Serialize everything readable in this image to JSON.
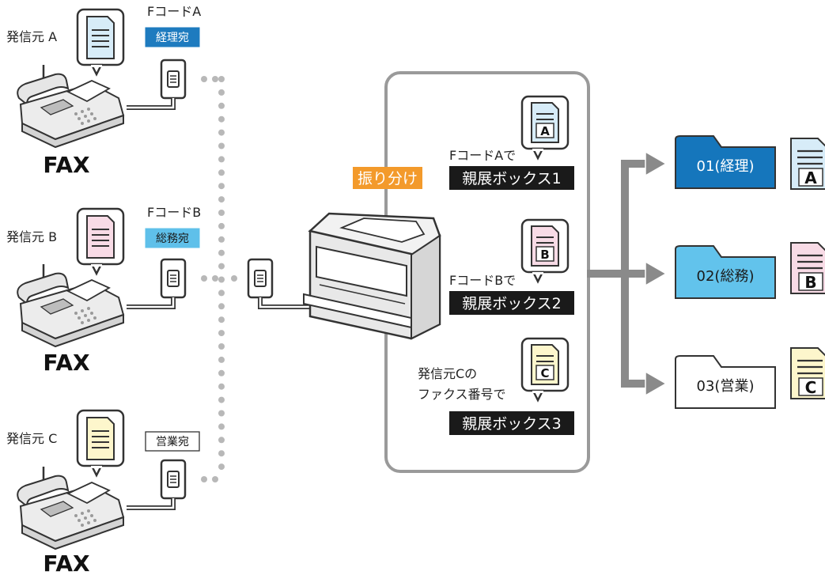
{
  "senders": [
    {
      "name": "発信元 A",
      "fcode": "FコードA",
      "tag": "経理宛",
      "fax_label": "FAX",
      "paper_color": "#d7ecf8",
      "tag_color": "#1e7bbf"
    },
    {
      "name": "発信元 B",
      "fcode": "FコードB",
      "tag": "総務宛",
      "fax_label": "FAX",
      "paper_color": "#f8dbe6",
      "tag_color": "#5fc0ea"
    },
    {
      "name": "発信元 C",
      "fcode": "",
      "tag": "営業宛",
      "fax_label": "FAX",
      "paper_color": "#fdf6cc",
      "tag_color": "#ffffff"
    }
  ],
  "sorting_label": "振り分け",
  "rules": [
    {
      "condition_lines": [
        "FコードAで"
      ],
      "box": "親展ボックス1",
      "doc_letter": "A",
      "paper_color": "#d7ecf8"
    },
    {
      "condition_lines": [
        "FコードBで"
      ],
      "box": "親展ボックス2",
      "doc_letter": "B",
      "paper_color": "#f8dbe6"
    },
    {
      "condition_lines": [
        "発信元Cの",
        "ファクス番号で"
      ],
      "box": "親展ボックス3",
      "doc_letter": "C",
      "paper_color": "#fdf6cc"
    }
  ],
  "folders": [
    {
      "label": "01(経理)",
      "color": "#1576bc",
      "text_color": "#ffffff",
      "doc_letter": "A",
      "doc_color": "#d7ecf8"
    },
    {
      "label": "02(総務)",
      "color": "#62c3ec",
      "text_color": "#1a1a1a",
      "doc_letter": "B",
      "doc_color": "#f8dbe6"
    },
    {
      "label": "03(営業)",
      "color": "#ffffff",
      "text_color": "#1a1a1a",
      "doc_letter": "C",
      "doc_color": "#fdf6cc"
    }
  ],
  "colors": {
    "sorting_tag": "#f39a2b",
    "box_label_bg": "#1a1a1a",
    "arrow": "#8a8a8a",
    "panel_border": "#9a9a9a"
  }
}
